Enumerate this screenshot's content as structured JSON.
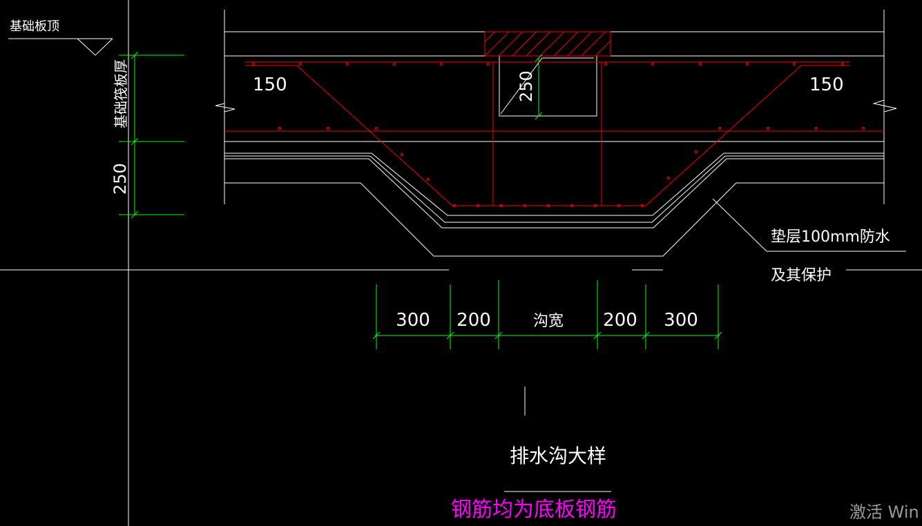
{
  "drawing": {
    "labels": {
      "slab_top": "基础板顶",
      "slab_thickness": "基础筏板厚",
      "dim_left_vertical": "250",
      "dim_cover_left": "150",
      "dim_cover_right": "150",
      "dim_trench_vertical": "250",
      "cushion_line1": "垫层100mm防水",
      "cushion_line2": "及其保护"
    },
    "dimensions": [
      "300",
      "200",
      "沟宽",
      "200",
      "300"
    ],
    "title": "排水沟大样",
    "note": "钢筋均为底板钢筋",
    "colors": {
      "background": "#000000",
      "linework": "#ffffff",
      "rebar": "#ff0000",
      "dimension": "#00ff00",
      "note": "#ff00ff",
      "cursor": "#ffffff"
    }
  },
  "watermark": {
    "text": "激活 Win"
  }
}
